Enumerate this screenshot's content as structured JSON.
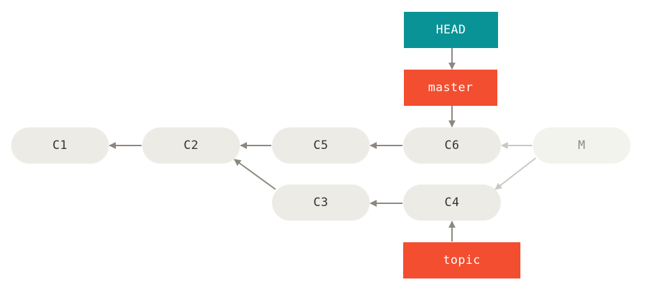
{
  "commits": {
    "c1": "C1",
    "c2": "C2",
    "c3": "C3",
    "c4": "C4",
    "c5": "C5",
    "c6": "C6",
    "m": "M"
  },
  "refs": {
    "head": "HEAD",
    "master": "master",
    "topic": "topic"
  },
  "colors": {
    "head": "#0a9396",
    "branch": "#f24e2f",
    "commit_fill": "#ecebe5",
    "commit_faded_fill": "#f3f3ee",
    "arrow": "#8c877f",
    "arrow_faded": "#c8c8c4"
  }
}
